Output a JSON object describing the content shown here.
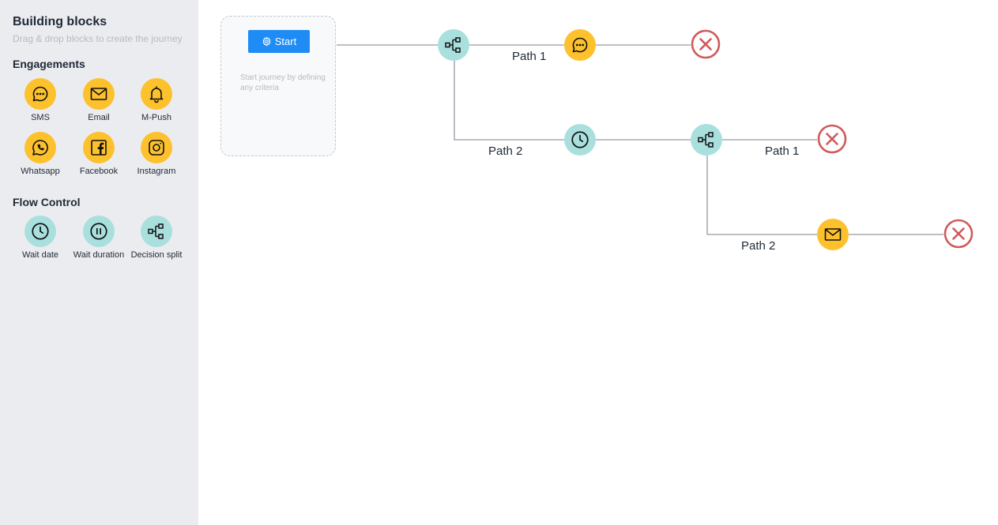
{
  "sidebar": {
    "title": "Building blocks",
    "subtitle": "Drag & drop blocks to create the journey",
    "engagements": {
      "heading": "Engagements",
      "items": [
        {
          "label": "SMS",
          "icon": "chat-bubble-icon"
        },
        {
          "label": "Email",
          "icon": "envelope-icon"
        },
        {
          "label": "M-Push",
          "icon": "bell-icon"
        },
        {
          "label": "Whatsapp",
          "icon": "whatsapp-icon"
        },
        {
          "label": "Facebook",
          "icon": "facebook-icon"
        },
        {
          "label": "Instagram",
          "icon": "instagram-icon"
        }
      ]
    },
    "flow_control": {
      "heading": "Flow Control",
      "items": [
        {
          "label": "Wait date",
          "icon": "clock-icon"
        },
        {
          "label": "Wait duration",
          "icon": "pause-icon"
        },
        {
          "label": "Decision split",
          "icon": "split-icon"
        }
      ]
    }
  },
  "canvas": {
    "start": {
      "button_label": "Start",
      "hint": "Start journey by defining any criteria"
    },
    "paths": {
      "split1_path1": "Path 1",
      "split1_path2": "Path 2",
      "split2_path1": "Path 1",
      "split2_path2": "Path 2"
    }
  },
  "colors": {
    "engagement": "#fdc12d",
    "flow_control": "#a9e0de",
    "start_button": "#1f8cf5",
    "end_node": "#d05a5a",
    "connector": "#a8acb4"
  }
}
